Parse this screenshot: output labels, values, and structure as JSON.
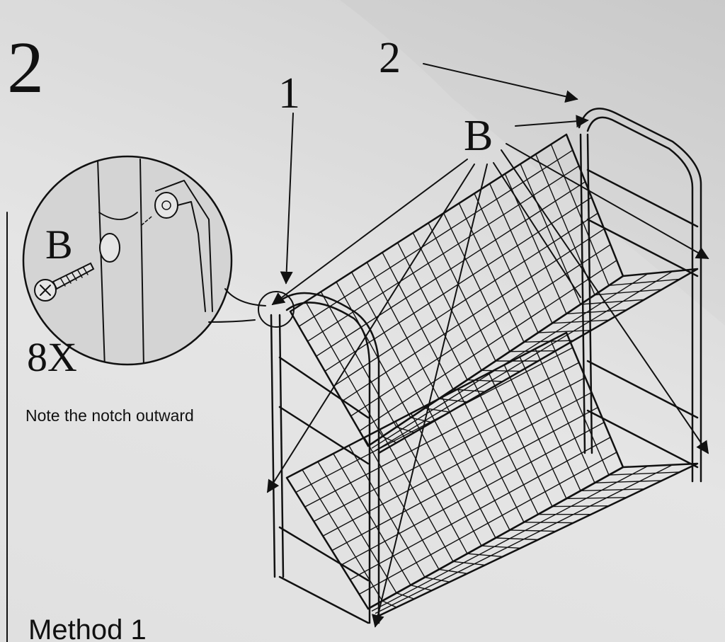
{
  "step_number": "2",
  "callouts": {
    "part_1": "1",
    "part_2": "2",
    "screw": "B"
  },
  "detail": {
    "screw_label": "B",
    "quantity": "8X",
    "note": "Note the notch outward"
  },
  "method_label": "Method 1"
}
